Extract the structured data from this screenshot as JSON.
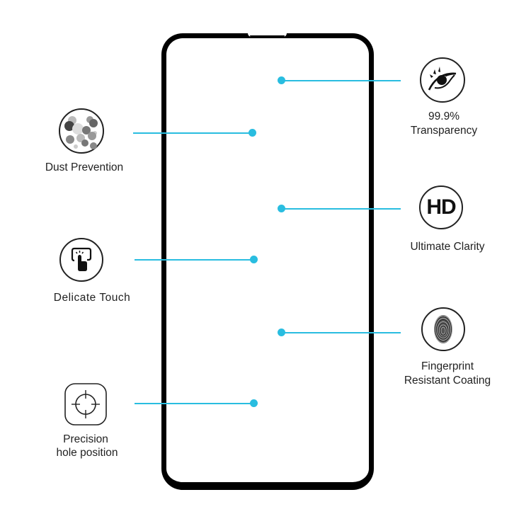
{
  "colors": {
    "accent": "#29bde0",
    "frame": "#000000",
    "text": "#222222",
    "background": "#ffffff"
  },
  "phone": {
    "description": "phone screen protector outline with notch"
  },
  "features": {
    "left": [
      {
        "id": "dust",
        "label": "Dust Prevention",
        "icon": "dust-particles-icon"
      },
      {
        "id": "touch",
        "label": "Delicate Touch",
        "icon": "touch-finger-icon"
      },
      {
        "id": "precision",
        "label_line1": "Precision",
        "label_line2": "hole position",
        "icon": "crosshair-icon"
      }
    ],
    "right": [
      {
        "id": "transparency",
        "label_line1": "99.9%",
        "label_line2": "Transparency",
        "icon": "eye-icon"
      },
      {
        "id": "clarity",
        "label": "Ultimate Clarity",
        "icon": "hd-icon",
        "icon_text": "HD"
      },
      {
        "id": "fingerprint",
        "label_line1": "Fingerprint",
        "label_line2": "Resistant Coating",
        "icon": "fingerprint-icon"
      }
    ]
  }
}
